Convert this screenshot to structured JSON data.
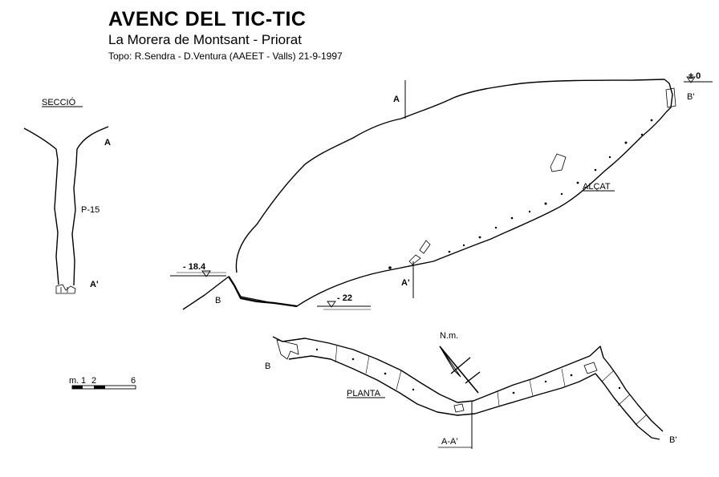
{
  "header": {
    "title": "AVENC DEL TIC-TIC",
    "location": "La Morera de Montsant - Priorat",
    "credits": "Topo: R.Sendra - D.Ventura (AAEET - Valls)   21-9-1997"
  },
  "section_view": {
    "heading": "SECCIÓ",
    "label_top": "A",
    "label_pit": "P-15",
    "label_bottom": "A'"
  },
  "elevation_view": {
    "heading": "ALÇAT",
    "label_a": "A",
    "label_a_prime": "A'",
    "label_b": "B",
    "label_b_prime": "B'",
    "depth_entrance": "± 0",
    "depth_left": "- 18.4",
    "depth_bottom": "- 22"
  },
  "plan_view": {
    "heading": "PLANTA",
    "label_b": "B",
    "label_b_prime": "B'",
    "section_mark": "A-A'",
    "north_label": "N.m."
  },
  "scale_bar": {
    "unit": "m.",
    "ticks": [
      "1",
      "2",
      "6"
    ]
  }
}
